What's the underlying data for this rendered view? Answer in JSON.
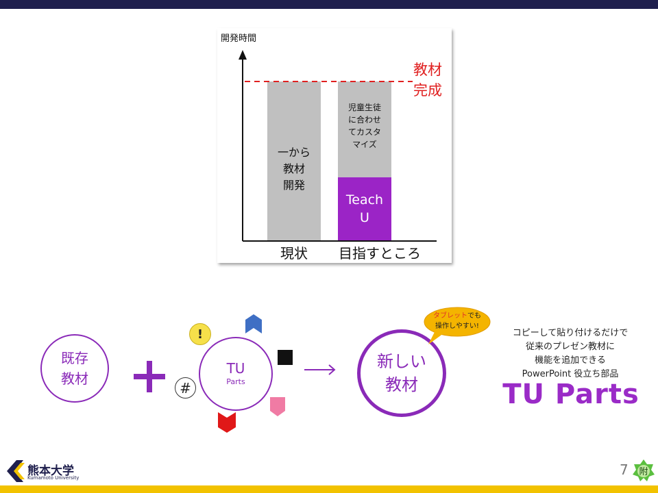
{
  "chart_data": {
    "type": "bar",
    "ylabel": "開発時間",
    "categories": [
      "現状",
      "目指すところ"
    ],
    "series": [
      {
        "values": [
          1.0,
          0.6
        ],
        "color": "#c0c0c0"
      },
      {
        "values": [
          0.0,
          0.4
        ],
        "color": "#9b24c6"
      }
    ],
    "ylim": [
      0,
      1.0
    ],
    "bar_labels": {
      "gray_left": [
        "一から",
        "教材",
        "開発"
      ],
      "gray_right": [
        "児童生徒",
        "に合わせ",
        "てカスタ",
        "マイズ"
      ],
      "purple_right": [
        "Teach",
        "U"
      ]
    },
    "target_line": {
      "value": 1.0,
      "label": [
        "教材",
        "完成"
      ],
      "color": "#e02020"
    }
  },
  "diagram": {
    "existing": [
      "既存",
      "教材"
    ],
    "tu": "TU",
    "parts": "Parts",
    "new": [
      "新しい",
      "教材"
    ],
    "excl": "!",
    "hash": "#",
    "bubble_hl": "タブレット",
    "bubble_rest": "でも",
    "bubble_line2": "操作しやすい!",
    "colors": {
      "accent": "#8a2ab8",
      "title": "#9a2bc7"
    }
  },
  "desc": {
    "line1": "コピーして貼り付けるだけで",
    "line2": "従来のプレゼン教材に",
    "line3": "機能を追加できる",
    "line4": "PowerPoint 役立ち部品"
  },
  "title": "TU Parts",
  "footer": {
    "university": "熊本大学",
    "university_en": "Kumamoto University",
    "page": "7",
    "badge": "附"
  }
}
